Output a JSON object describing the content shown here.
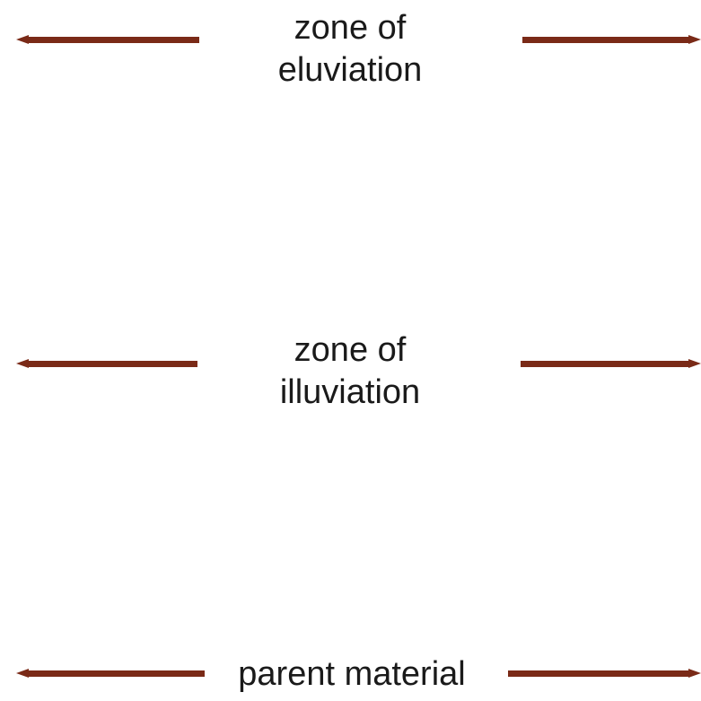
{
  "diagram": {
    "colors": {
      "arrow": "#7a2a17",
      "text": "#1a1a1a",
      "background": "#ffffff"
    },
    "zones": [
      {
        "line1": "zone of",
        "line2": "eluviation"
      },
      {
        "line1": "zone of",
        "line2": "illuviation"
      },
      {
        "line1": "parent material"
      }
    ]
  }
}
